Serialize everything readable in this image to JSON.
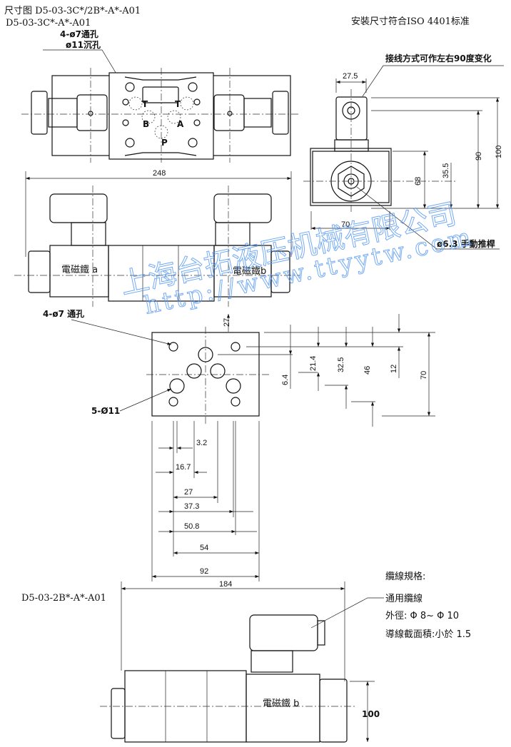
{
  "header": {
    "title_line1": "尺寸图 D5-03-3C*/2B*-A*-A01",
    "title_line2": "D5-03-3C*-A*-A01",
    "standard_note": "安裝尺寸符合ISO 4401标准"
  },
  "top_view": {
    "hole_note_1": "4-ø7通孔",
    "hole_note_2": "ø11沉孔",
    "ports": [
      "T",
      "T",
      "B",
      "A",
      "P"
    ]
  },
  "side_view": {
    "length_dim": "248",
    "solenoid_a": "電磁鐵 a",
    "solenoid_b": "電磁鐵b",
    "offset_dim": "27"
  },
  "end_view": {
    "wiring_note": "接线方式可作左右90度变化",
    "connector_width": "27.5",
    "dims": {
      "h90": "90",
      "h100": "100",
      "h68": "68",
      "h35_5": "35.5",
      "w70": "70"
    },
    "manual_pin": "ø6.3  手動推桿"
  },
  "mounting_face": {
    "through_holes": "4-ø7 通孔",
    "port_holes": "5-Ø11",
    "vertical_dims": [
      "6.4",
      "21.4",
      "32.5",
      "46",
      "12",
      "70"
    ],
    "horizontal_dims": [
      "3.2",
      "16.7",
      "27",
      "37.3",
      "50.8",
      "54",
      "92"
    ]
  },
  "bottom_view": {
    "model": "D5-03-2B*-A*-A01",
    "length_dim": "184",
    "solenoid_b": "電磁鐵 b",
    "height_dim": "100"
  },
  "cable_spec": {
    "title": "纜線規格:",
    "type": "通用纜線",
    "diameter": "外徑: Φ 8~ Φ 10",
    "cross_section": "導線截面積:小於 1.5"
  },
  "watermark": {
    "company": "上海台拓液压机械有限公司",
    "url": "http://www.ttyytw.com"
  }
}
